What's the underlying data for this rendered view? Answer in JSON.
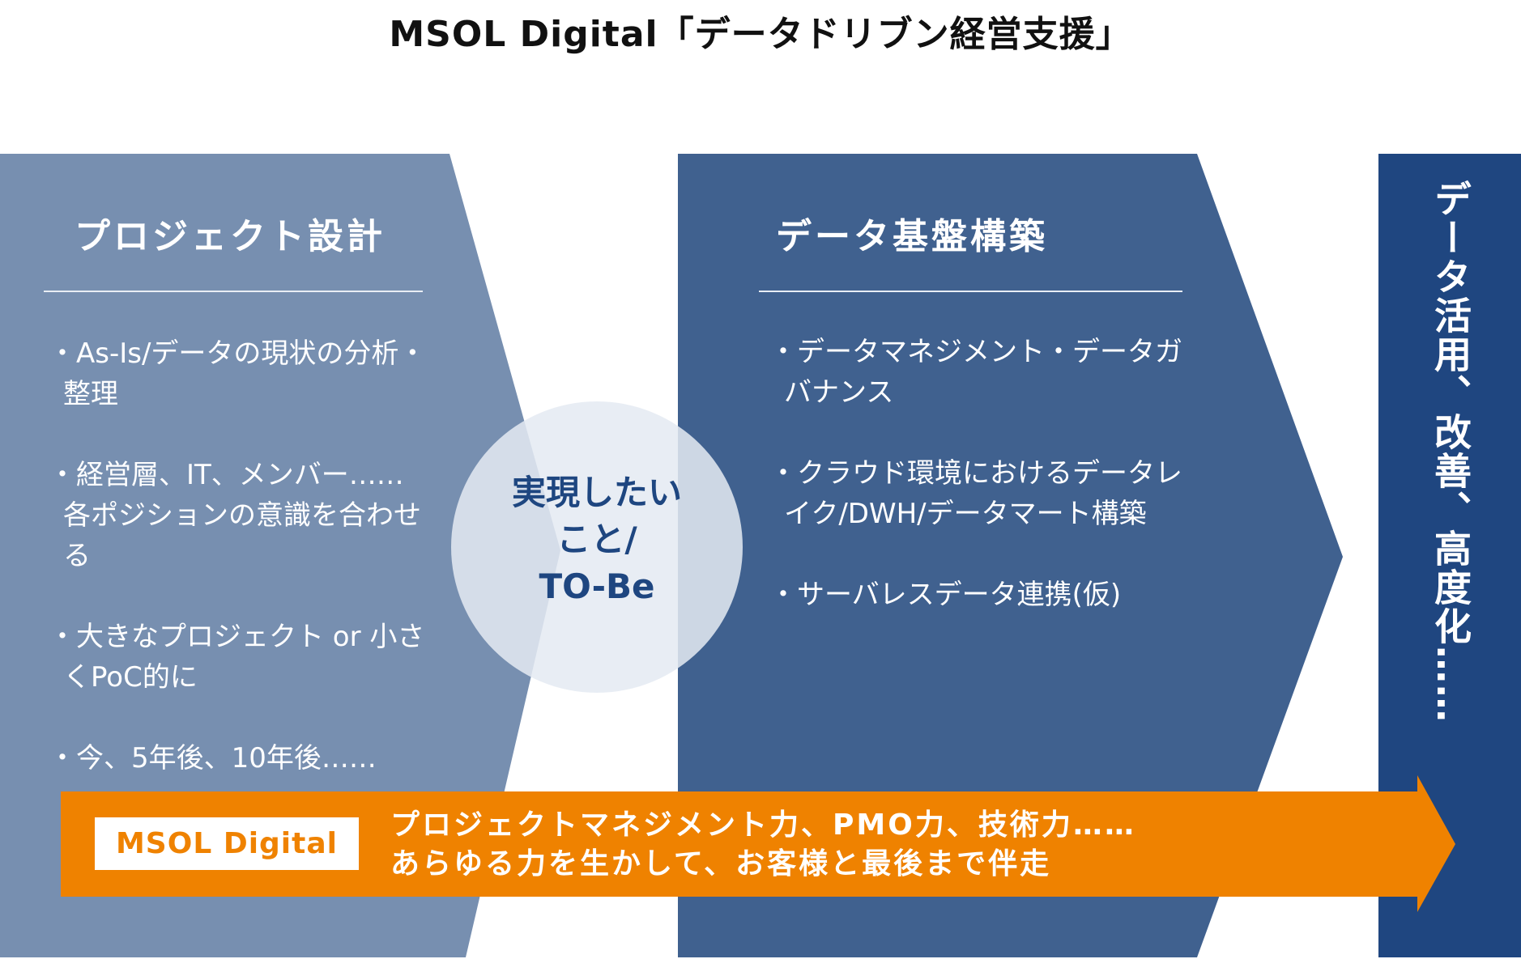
{
  "title": "MSOL Digital「データドリブン経営支援」",
  "colors": {
    "panel_left": "#778fb0",
    "panel_middle": "#40618f",
    "panel_right": "#1f4680",
    "circle": "#dde4ee",
    "circle_text": "#1e4680",
    "arrow": "#ef8200",
    "text_light": "#ffffff"
  },
  "panels": [
    {
      "title": "プロジェクト設計",
      "items": [
        "・As-Is/データの現状の分析・整理",
        "・経営層、IT、メンバー……各ポジションの意識を合わせる",
        "・大きなプロジェクト or 小さくPoC的に",
        "・今、5年後、10年後……"
      ]
    },
    {
      "title": "データ基盤構築",
      "items": [
        "・データマネジメント・データガバナンス",
        "・クラウド環境におけるデータレイク/DWH/データマート構築",
        "・サーバレスデータ連携(仮)"
      ]
    }
  ],
  "center_circle": {
    "lines": [
      "実現したい",
      "こと/",
      "TO-Be"
    ]
  },
  "goal_panel": {
    "text": "データ活用、改善、高度化……"
  },
  "arrow_band": {
    "badge": "MSOL Digital",
    "lines": [
      "プロジェクトマネジメント力、PMO力、技術力……",
      "あらゆる力を生かして、お客様と最後まで伴走"
    ]
  }
}
